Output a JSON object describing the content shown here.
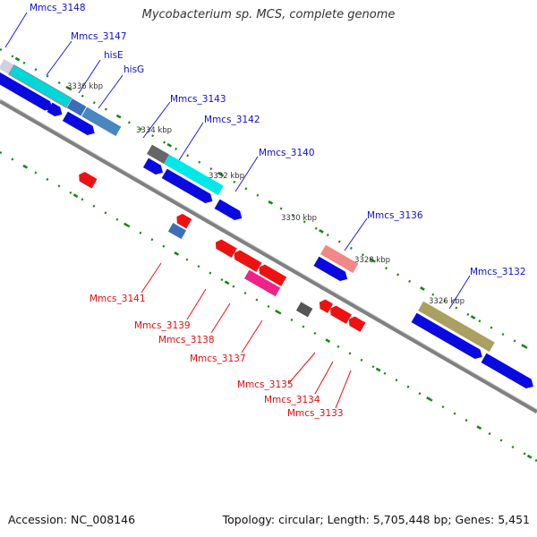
{
  "title": "Mycobacterium sp. MCS, complete genome",
  "footer": {
    "accession": "Accession: NC_008146",
    "summary": "Topology: circular; Length: 5,705,448 bp; Genes: 5,451"
  },
  "colors": {
    "forward_label": "#1010cc",
    "reverse_label": "#dd1111",
    "backbone": "#808080",
    "tick": "#118811"
  },
  "kbp_ticks": [
    "3336 kbp",
    "3334 kbp",
    "3332 kbp",
    "3330 kbp",
    "3328 kbp",
    "3326 kbp"
  ],
  "forward_labels": [
    "Mmcs_3148",
    "Mmcs_3147",
    "hisE",
    "hisG",
    "Mmcs_3143",
    "Mmcs_3142",
    "Mmcs_3140",
    "Mmcs_3136",
    "Mmcs_3132"
  ],
  "reverse_labels": [
    "Mmcs_3141",
    "Mmcs_3139",
    "Mmcs_3138",
    "Mmcs_3137",
    "Mmcs_3135",
    "Mmcs_3134",
    "Mmcs_3133"
  ]
}
